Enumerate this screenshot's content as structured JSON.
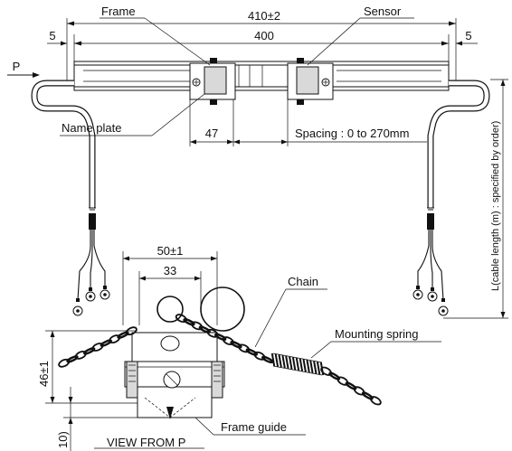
{
  "labels": {
    "frame": "Frame",
    "sensor": "Sensor",
    "name_plate": "Name plate",
    "chain": "Chain",
    "mounting_spring": "Mounting spring",
    "frame_guide": "Frame guide",
    "view_from_p": "VIEW FROM P",
    "p_arrow": "P",
    "cable_length": "L(cable length (m) : specified by order)"
  },
  "dimensions": {
    "overall_width": "410±2",
    "frame_width": "400",
    "left_margin": "5",
    "right_margin": "5",
    "sensor_width": "47",
    "spacing": "Spacing : 0 to 270mm",
    "side_width": "50±1",
    "inner_width": "33",
    "height": "46±1",
    "bottom_offset": "10)"
  }
}
